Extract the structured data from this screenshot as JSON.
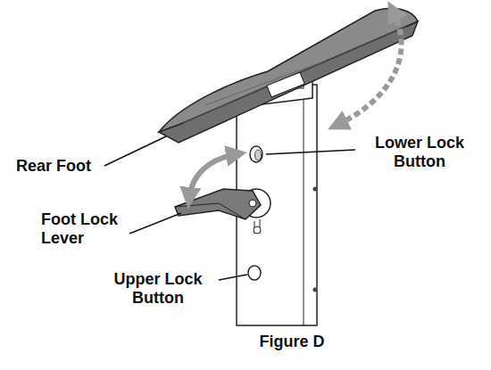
{
  "diagram": {
    "caption": "Figure D",
    "labels": [
      "Rear Foot",
      "Lower Lock Button",
      "Foot Lock Lever",
      "Upper Lock Button"
    ]
  }
}
